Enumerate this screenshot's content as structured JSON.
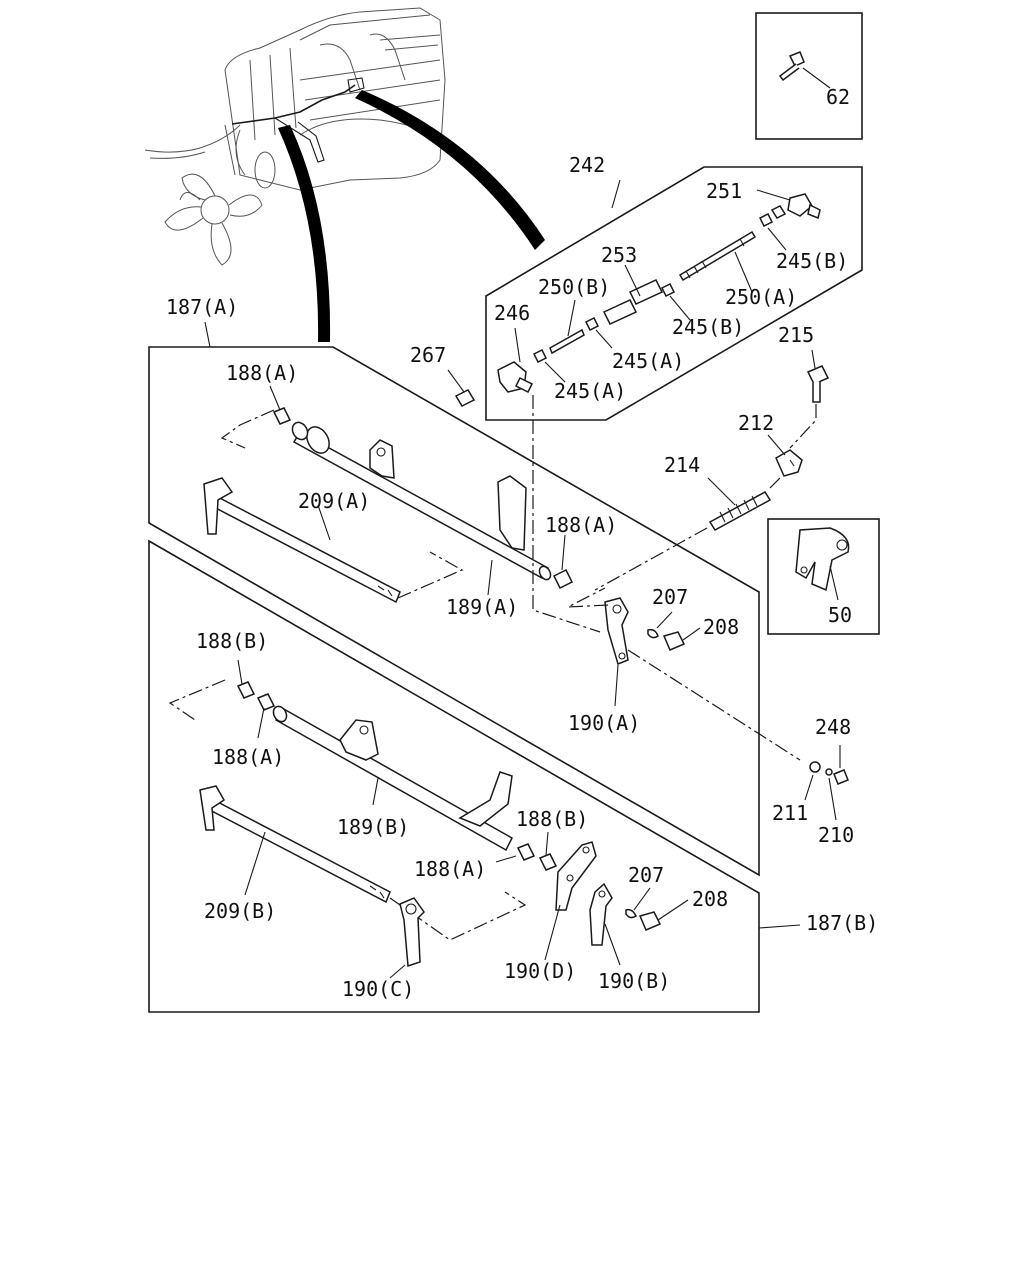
{
  "callouts": {
    "c62": "62",
    "c242": "242",
    "c251": "251",
    "c245B_1": "245(B)",
    "c253": "253",
    "c250B": "250(B)",
    "c250A": "250(A)",
    "c246": "246",
    "c245B_2": "245(B)",
    "c245A_1": "245(A)",
    "c245A_2": "245(A)",
    "c187A": "187(A)",
    "c267": "267",
    "c215": "215",
    "c188A_1": "188(A)",
    "c212": "212",
    "c214": "214",
    "c209A": "209(A)",
    "c188A_2": "188(A)",
    "c189A": "189(A)",
    "c207_1": "207",
    "c208_1": "208",
    "c50": "50",
    "c188B_1": "188(B)",
    "c190A": "190(A)",
    "c188A_3": "188(A)",
    "c248": "248",
    "c211": "211",
    "c210": "210",
    "c189B": "189(B)",
    "c188B_2": "188(B)",
    "c188A_4": "188(A)",
    "c207_2": "207",
    "c208_2": "208",
    "c187B": "187(B)",
    "c209B": "209(B)",
    "c190D": "190(D)",
    "c190B": "190(B)",
    "c190C": "190(C)"
  }
}
